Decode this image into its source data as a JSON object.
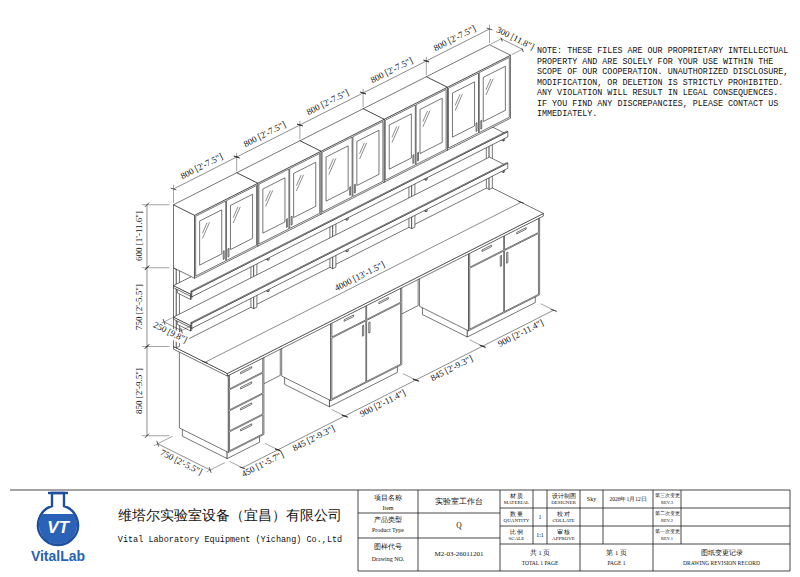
{
  "diagram": {
    "labels": [
      "NOTE: THESE FILES ARE OUR PROPRIETARY INTELLECTUAL PROPERTY AND ARE SOLELY FOR YOUR USE WITHIN THE SCOPE OF OUR COOPERATION. UNAUTHORIZED DISCLOSURE, MODIFICATION, OR DELETION IS STRICTLY PROHIBITED. ANY VIOLATION WILL RESULT IN LEGAL CONSEQUENCES. IF YOU FIND ANY DISCREPANCIES, PLEASE CONTACT US IMMEDIATELY.",
      "300 [11.8\"]",
      "800 [2'-7.5\"]",
      "800 [2'-7.5\"]",
      "800 [2'-7.5\"]",
      "800 [2'-7.5\"]",
      "800 [2'-7.5\"]",
      "600 [1'-11.6\"]",
      "750 [2'-5.5\"]",
      "850 [2'-9.5\"]",
      "750 [2'-5.5\"]",
      "450 [1'-5.7\"]",
      "845 [2'-9.3\"]",
      "900 [2'-11.4\"]",
      "845 [2'-9.3\"]",
      "900 [2'-11.4\"]",
      "4000 [13'-1.5\"]",
      "250 [9.8\"]",
      "VT",
      "VitalLab",
      "维塔尔实验室设备（宜昌）有限公司",
      "Vital Laboratory Equipment (Yichang) Co.,Ltd",
      "项目名称",
      "Item",
      "实验室工作台",
      "产品类型",
      "Product Type",
      "Q",
      "图样代号",
      "Drawing NO.",
      "M2-03-26011201",
      "材 质",
      "MATERIAL",
      "数 量",
      "QUANTITY",
      "1",
      "比 例",
      "SCALE",
      "1:1",
      "设计制图",
      "DESIGNER",
      "Sky",
      "2026年1月12日",
      "第三次变更",
      "REV.3",
      "校 对",
      "COLLATE",
      "审 核",
      "APPROVE",
      "第二次变更",
      "REV.2",
      "第一次变更",
      "REV.1",
      "共 1 页",
      "TOTAL 1 PAGE",
      "第 1 页",
      "PAGE 1",
      "图纸变更记录",
      "DRAWING REVISION RECORD"
    ]
  }
}
